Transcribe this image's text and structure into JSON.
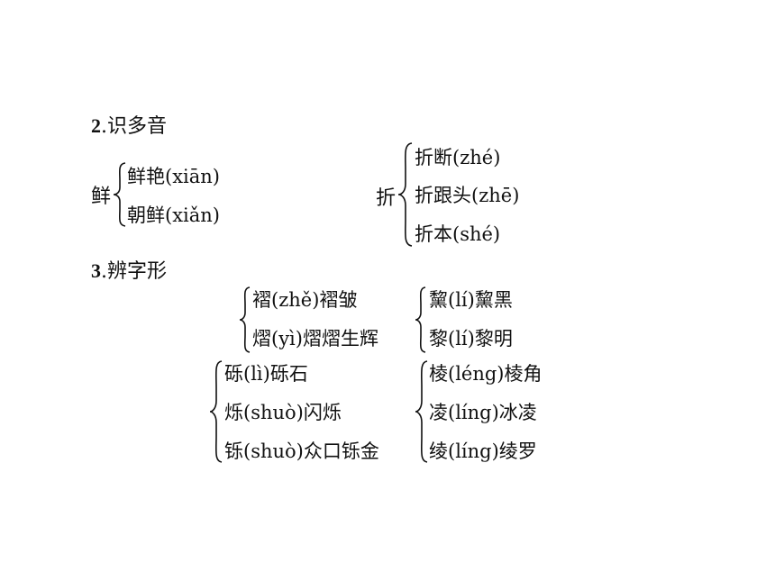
{
  "section2": {
    "number": "2",
    "title": ".识多音"
  },
  "group_xian": {
    "char": "鲜",
    "items": [
      "鲜艳(xiān)",
      "朝鲜(xiǎn)"
    ]
  },
  "group_zhe": {
    "char": "折",
    "items": [
      "折断(zhé)",
      "折跟头(zhē)",
      "折本(shé)"
    ]
  },
  "section3": {
    "number": "3",
    "title": ".辨字形"
  },
  "pair_zhe_yi": [
    "褶(zhě)褶皱",
    "熠(yì)熠熠生辉"
  ],
  "pair_li": [
    "黧(lí)黧黑",
    "黎(lí)黎明"
  ],
  "triple_li_shuo": [
    "砾(lì)砾石",
    "烁(shuò)闪烁",
    "铄(shuò)众口铄金"
  ],
  "triple_leng_ling": [
    "棱(léng)棱角",
    "凌(líng)冰凌",
    "绫(líng)绫罗"
  ]
}
